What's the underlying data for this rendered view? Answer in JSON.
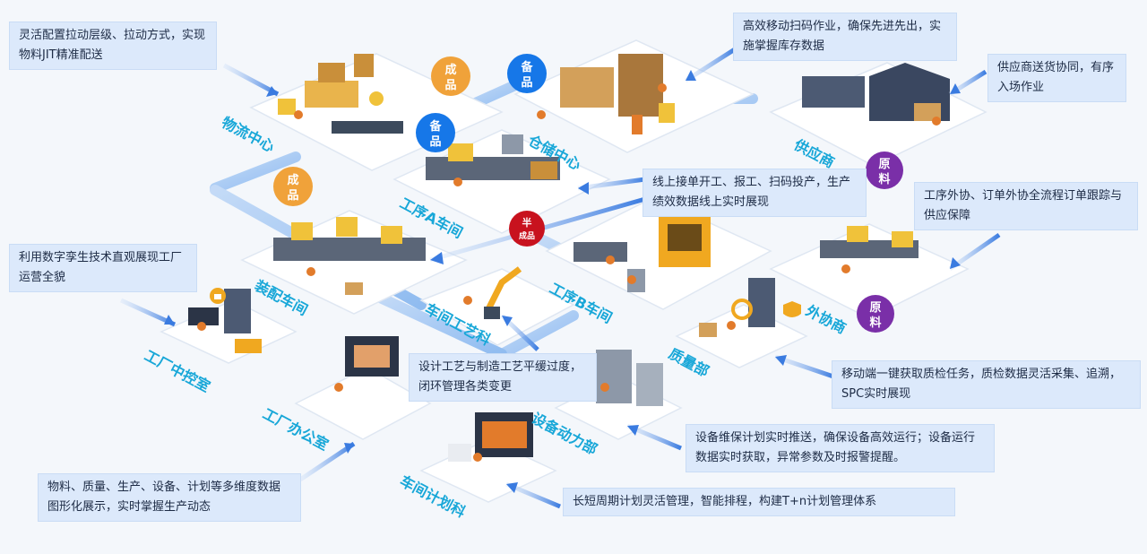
{
  "callouts": [
    {
      "name": "callout-logistics",
      "text": "灵活配置拉动层级、拉动方式，实现物料JIT精准配送"
    },
    {
      "name": "callout-warehouse",
      "text": "高效移动扫码作业，确保先进先出，实施掌握库存数据"
    },
    {
      "name": "callout-supplier",
      "text": "供应商送货协同，有序入场作业"
    },
    {
      "name": "callout-process-a",
      "text": "线上接单开工、报工、扫码投产，生产绩效数据线上实时展现"
    },
    {
      "name": "callout-outsource",
      "text": "工序外协、订单外协全流程订单跟踪与供应保障"
    },
    {
      "name": "callout-control-room",
      "text": "利用数字孪生技术直观展现工厂运营全貌"
    },
    {
      "name": "callout-process-design",
      "text": "设计工艺与制造工艺平缓过度，闭环管理各类变更"
    },
    {
      "name": "callout-quality",
      "text": "移动端一键获取质检任务，质检数据灵活采集、追溯，SPC实时展现"
    },
    {
      "name": "callout-equipment",
      "text": "设备维保计划实时推送，确保设备高效运行；设备运行数据实时获取，异常参数及时报警提醒。"
    },
    {
      "name": "callout-office",
      "text": "物料、质量、生产、设备、计划等多维度数据图形化展示，实时掌握生产动态"
    },
    {
      "name": "callout-planning",
      "text": "长短周期计划灵活管理，智能排程，构建T+n计划管理体系"
    }
  ],
  "zones": [
    {
      "name": "zone-logistics-center",
      "text": "物流中心"
    },
    {
      "name": "zone-warehouse-center",
      "text": "仓储中心"
    },
    {
      "name": "zone-supplier",
      "text": "供应商"
    },
    {
      "name": "zone-process-a",
      "text": "工序A车间"
    },
    {
      "name": "zone-process-b",
      "text": "工序B车间"
    },
    {
      "name": "zone-assembly",
      "text": "装配车间"
    },
    {
      "name": "zone-workshop-process",
      "text": "车间工艺科"
    },
    {
      "name": "zone-outsource",
      "text": "外协商"
    },
    {
      "name": "zone-quality",
      "text": "质量部"
    },
    {
      "name": "zone-control-room",
      "text": "工厂中控室"
    },
    {
      "name": "zone-office",
      "text": "工厂办公室"
    },
    {
      "name": "zone-equipment",
      "text": "设备动力部"
    },
    {
      "name": "zone-planning",
      "text": "车间计划科"
    }
  ],
  "badges": [
    {
      "name": "badge-finished-top",
      "line1": "成",
      "line2": "品",
      "color": "#f0a23a"
    },
    {
      "name": "badge-spare-top",
      "line1": "备",
      "line2": "品",
      "color": "#1677e8"
    },
    {
      "name": "badge-spare-logistics",
      "line1": "备",
      "line2": "品",
      "color": "#1677e8"
    },
    {
      "name": "badge-finished-left",
      "line1": "成",
      "line2": "品",
      "color": "#f0a23a"
    },
    {
      "name": "badge-semi-finished",
      "line1": "半",
      "line2": "成品",
      "color": "#c8121e"
    },
    {
      "name": "badge-raw-supplier",
      "line1": "原",
      "line2": "料",
      "color": "#7a2fa8"
    },
    {
      "name": "badge-raw-outsource",
      "line1": "原",
      "line2": "料",
      "color": "#7a2fa8"
    }
  ]
}
